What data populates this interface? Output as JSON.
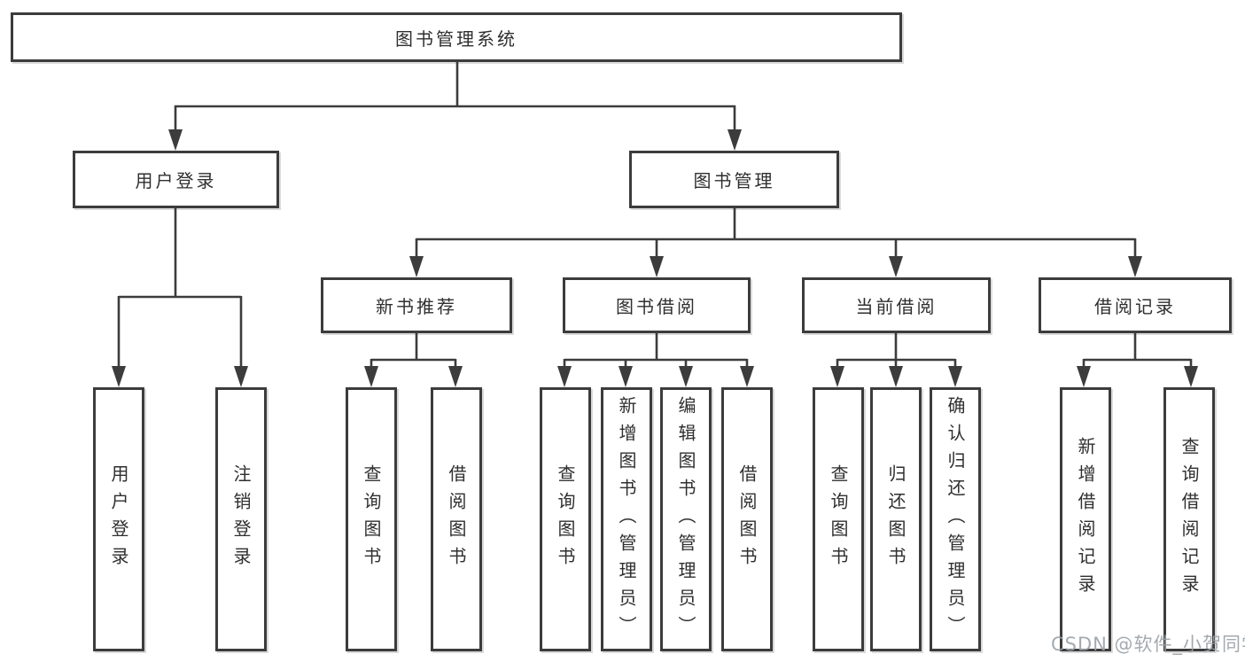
{
  "tree": {
    "label": "图书管理系统",
    "children": [
      {
        "label": "用户登录",
        "children": [
          {
            "label": "用户登录"
          },
          {
            "label": "注销登录"
          }
        ]
      },
      {
        "label": "图书管理",
        "children": [
          {
            "label": "新书推荐",
            "children": [
              {
                "label": "查询图书"
              },
              {
                "label": "借阅图书"
              }
            ]
          },
          {
            "label": "图书借阅",
            "children": [
              {
                "label": "查询图书"
              },
              {
                "label": "新增图书（管理员）"
              },
              {
                "label": "编辑图书（管理员）"
              },
              {
                "label": "借阅图书"
              }
            ]
          },
          {
            "label": "当前借阅",
            "children": [
              {
                "label": "查询图书"
              },
              {
                "label": "归还图书"
              },
              {
                "label": "确认归还（管理员）"
              }
            ]
          },
          {
            "label": "借阅记录",
            "children": [
              {
                "label": "新增借阅记录"
              },
              {
                "label": "查询借阅记录"
              }
            ]
          }
        ]
      }
    ]
  },
  "colors": {
    "line": "#3c3c3c",
    "box_border": "#3c3c3c",
    "text": "#2f2f2f",
    "background": "#ffffff",
    "watermark": "#9ba1a7"
  },
  "watermark": {
    "text": "CSDN @软件_小贺同学"
  }
}
